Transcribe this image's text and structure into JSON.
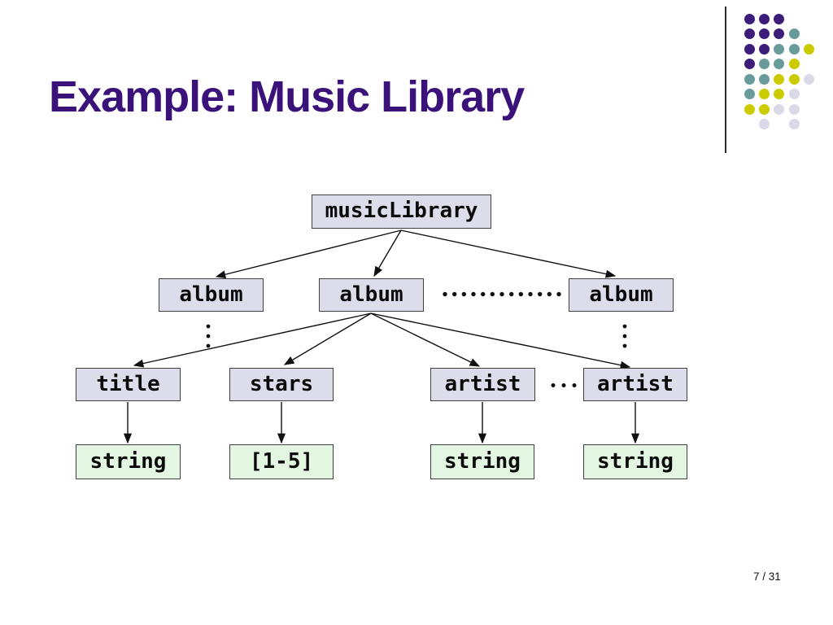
{
  "slide": {
    "title": "Example: Music Library",
    "title_color": "#3A127A",
    "background_color": "#FFFFFF",
    "page_indicator": "7 / 31"
  },
  "decoration": {
    "divider_color": "#2B2B2B",
    "dot_colors": {
      "P": "#3C1E7A",
      "T": "#699B9B",
      "Y": "#CBCB00",
      "L": "#D9D9E8"
    },
    "dot_pattern": [
      "PPP..",
      "PPPT.",
      "PPTTY",
      "PTTY.",
      "TTYYL",
      "TYYL.",
      "YYLL.",
      ".L.L."
    ]
  },
  "diagram": {
    "line_color": "#101010",
    "node_fill": "#DCDCEA",
    "leaf_fill": "#E2F6E2",
    "node_border": "#404040",
    "nodes": [
      {
        "id": "musicLibrary",
        "label": "musicLibrary",
        "kind": "internal"
      },
      {
        "id": "album-1",
        "label": "album",
        "kind": "internal"
      },
      {
        "id": "album-2",
        "label": "album",
        "kind": "internal"
      },
      {
        "id": "album-3",
        "label": "album",
        "kind": "internal"
      },
      {
        "id": "title",
        "label": "title",
        "kind": "internal"
      },
      {
        "id": "stars",
        "label": "stars",
        "kind": "internal"
      },
      {
        "id": "artist-1",
        "label": "artist",
        "kind": "internal"
      },
      {
        "id": "artist-2",
        "label": "artist",
        "kind": "internal"
      },
      {
        "id": "string-1",
        "label": "string",
        "kind": "leaf"
      },
      {
        "id": "rating-range",
        "label": "[1-5]",
        "kind": "leaf"
      },
      {
        "id": "string-2",
        "label": "string",
        "kind": "leaf"
      },
      {
        "id": "string-3",
        "label": "string",
        "kind": "leaf"
      }
    ],
    "edges": [
      {
        "from": "musicLibrary",
        "to": "album-1"
      },
      {
        "from": "musicLibrary",
        "to": "album-2"
      },
      {
        "from": "musicLibrary",
        "to": "album-3"
      },
      {
        "from": "album-2",
        "to": "title"
      },
      {
        "from": "album-2",
        "to": "stars"
      },
      {
        "from": "album-2",
        "to": "artist-1"
      },
      {
        "from": "album-2",
        "to": "artist-2"
      },
      {
        "from": "title",
        "to": "string-1"
      },
      {
        "from": "stars",
        "to": "rating-range"
      },
      {
        "from": "artist-1",
        "to": "string-2"
      },
      {
        "from": "artist-2",
        "to": "string-3"
      }
    ],
    "ellipses": {
      "between_album_2_and_album_3": ".............",
      "between_artist_1_and_artist_2": "...",
      "below_album_1": "vertical-ellipsis",
      "below_album_3": "vertical-ellipsis"
    }
  }
}
